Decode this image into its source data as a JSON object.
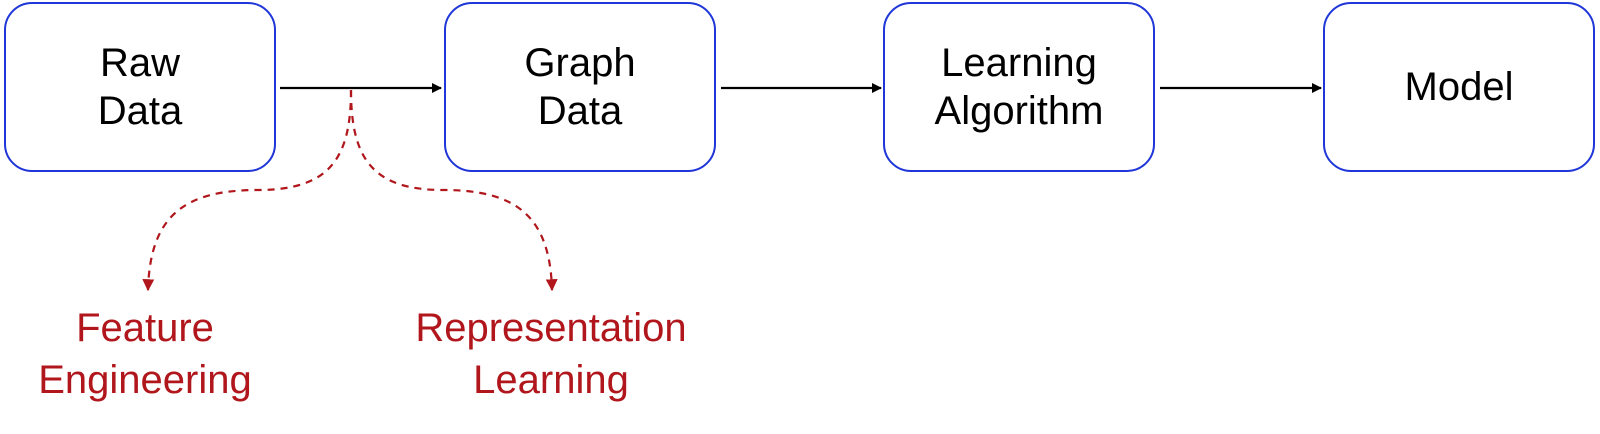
{
  "colors": {
    "node_border": "#1f36d8",
    "arrow": "#000000",
    "branch": "#b0161b"
  },
  "nodes": [
    {
      "id": "raw-data",
      "label": "Raw\nData"
    },
    {
      "id": "graph-data",
      "label": "Graph\nData"
    },
    {
      "id": "learning-algorithm",
      "label": "Learning\nAlgorithm"
    },
    {
      "id": "model",
      "label": "Model"
    }
  ],
  "branches": [
    {
      "id": "feature-engineering",
      "label": "Feature\nEngineering"
    },
    {
      "id": "representation-learning",
      "label": "Representation\nLearning"
    }
  ]
}
